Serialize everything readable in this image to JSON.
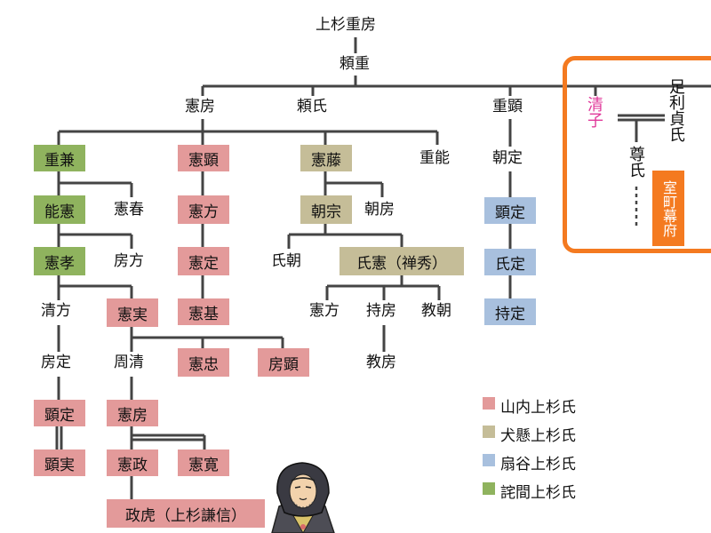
{
  "colors": {
    "yamanouchi": "#e39a9a",
    "inukake": "#c5bd98",
    "ogigayatsu": "#a8c0de",
    "takuma": "#8fb35e",
    "accent_orange": "#f47a20",
    "kiyoko_magenta": "#e0389a",
    "line": "#444444"
  },
  "nodes": {
    "shigefusa": "上杉重房",
    "yorishige": "頼重",
    "norifusa1": "憲房",
    "yoriuji": "頼氏",
    "shigeaki": "重顕",
    "kiyoko": "清子",
    "takauji": "足利貞氏",
    "sonji": "尊氏",
    "bakufu": "室町幕府",
    "shigekane": "重兼",
    "noriaki": "憲顕",
    "norifuji": "憲藤",
    "shigeyoshi": "重能",
    "tomosada": "朝定",
    "yoshinori": "能憲",
    "noriharu": "憲春",
    "norikata1": "憲方",
    "tomomune": "朝宗",
    "tomofusa": "朝房",
    "akisada1": "顕定",
    "noritaka": "憲孝",
    "fusakata": "房方",
    "norisada": "憲定",
    "ujitomo": "氏朝",
    "ujinori": "氏憲（禅秀）",
    "ujisada": "氏定",
    "kiyokata": "清方",
    "norizane": "憲実",
    "norimoto": "憲基",
    "norikata2": "憲方",
    "mochifusa": "持房",
    "noritomo": "教朝",
    "mochisada": "持定",
    "fusasada": "房定",
    "chikakiyo": "周清",
    "noritada": "憲忠",
    "fusaaki": "房顕",
    "norifusa_k": "教房",
    "akisada2": "顕定",
    "norifusa2": "憲房",
    "akizane": "顕実",
    "norimasa": "憲政",
    "norihiro": "憲寛",
    "masatora": "政虎（上杉謙信）"
  },
  "legend": [
    {
      "label": "山内上杉氏",
      "color_key": "yamanouchi"
    },
    {
      "label": "犬懸上杉氏",
      "color_key": "inukake"
    },
    {
      "label": "扇谷上杉氏",
      "color_key": "ogigayatsu"
    },
    {
      "label": "詫間上杉氏",
      "color_key": "takuma"
    }
  ],
  "portrait": {
    "icon": "kenshin-portrait-icon"
  }
}
